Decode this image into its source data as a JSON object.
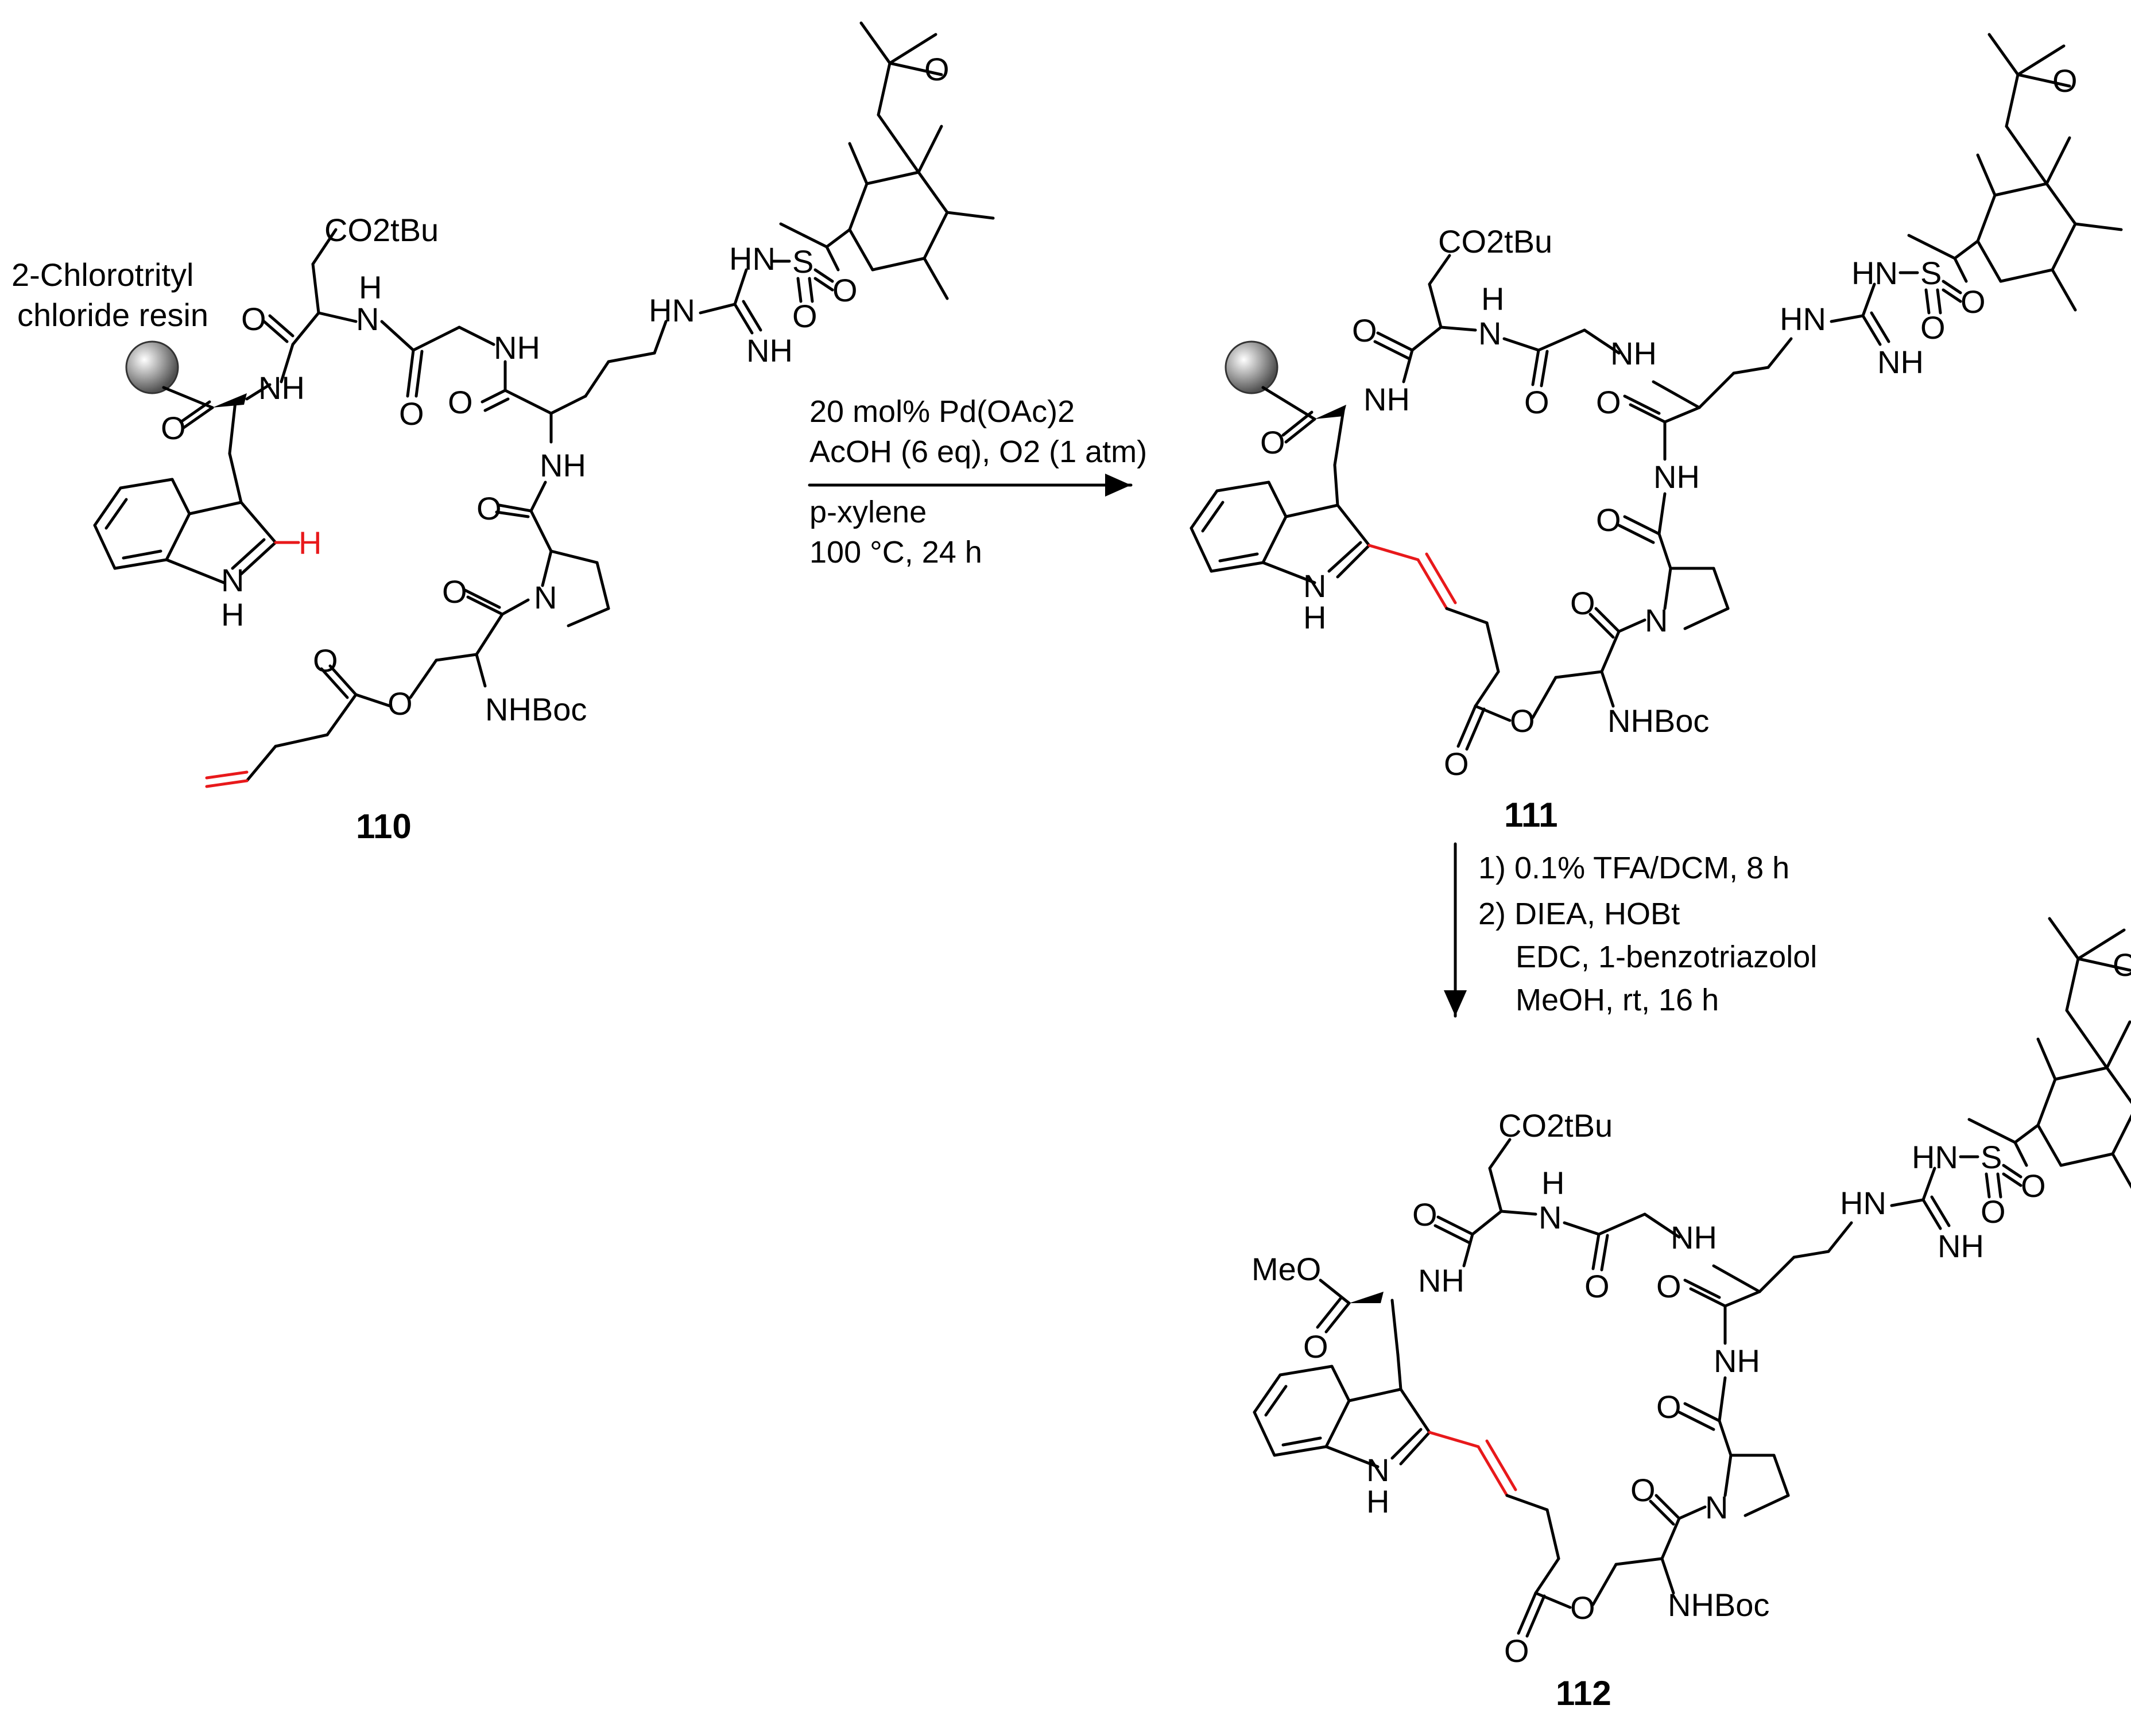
{
  "compounds": {
    "c110": {
      "number": "110",
      "resin_label_line1": "2-Chlorotrityl",
      "resin_label_line2": "chloride resin",
      "co2tbu": "CO2tBu",
      "highlight_h": "H",
      "nhboc": "NHBoc"
    },
    "c111": {
      "number": "111",
      "co2tbu": "CO2tBu",
      "nhboc": "NHBoc"
    },
    "c112": {
      "number": "112",
      "meo": "MeO",
      "co2tbu": "CO2tBu",
      "nhboc": "NHBoc"
    }
  },
  "atoms": {
    "nh": "NH",
    "hn": "HN",
    "h": "H",
    "n": "N",
    "o": "O",
    "s": "S"
  },
  "step1": {
    "line1": "20 mol% Pd(OAc)2",
    "line2": "AcOH (6 eq), O2 (1 atm)",
    "line3": "p-xylene",
    "line4": "100 °C, 24 h"
  },
  "step2": {
    "line1": "1) 0.1% TFA/DCM, 8 h",
    "line2": "2) DIEA, HOBt",
    "line3": "EDC, 1-benzotriazolol",
    "line4": "MeOH, rt, 16 h"
  },
  "colors": {
    "highlight": "#e8191b",
    "bond": "#000000",
    "resin_bead": "#8c8c8c"
  }
}
